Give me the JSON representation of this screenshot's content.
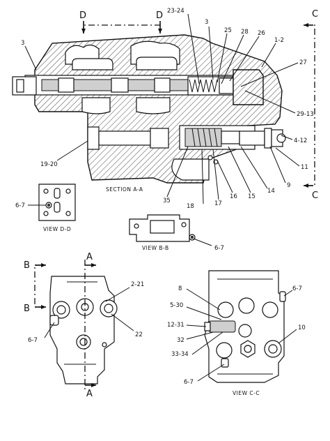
{
  "section_aa": {
    "caption": "SECTION A-A",
    "callouts": [
      "23-24",
      "3",
      "25",
      "28",
      "26",
      "1-2",
      "27",
      "29-13",
      "4-12",
      "11",
      "9",
      "14",
      "15",
      "16",
      "17",
      "18",
      "35",
      "19-20",
      "3"
    ],
    "cut_labels": {
      "d_left": "D",
      "d_right": "D",
      "c_top": "C",
      "c_bottom": "C"
    }
  },
  "view_dd": {
    "caption": "VIEW D-D",
    "callouts": [
      "6-7"
    ]
  },
  "view_bb": {
    "caption": "VIEW B-B",
    "callouts": [
      "6-7"
    ]
  },
  "end_view": {
    "callouts": [
      "2-21",
      "22",
      "6-7"
    ],
    "cut_labels": {
      "b_top": "B",
      "b_bottom": "B",
      "a_top": "A",
      "a_bottom": "A"
    }
  },
  "view_cc": {
    "caption": "VIEW C-C",
    "callouts": [
      "8",
      "5-30",
      "12-31",
      "32",
      "33-34",
      "6-7",
      "10",
      "6-7"
    ]
  }
}
